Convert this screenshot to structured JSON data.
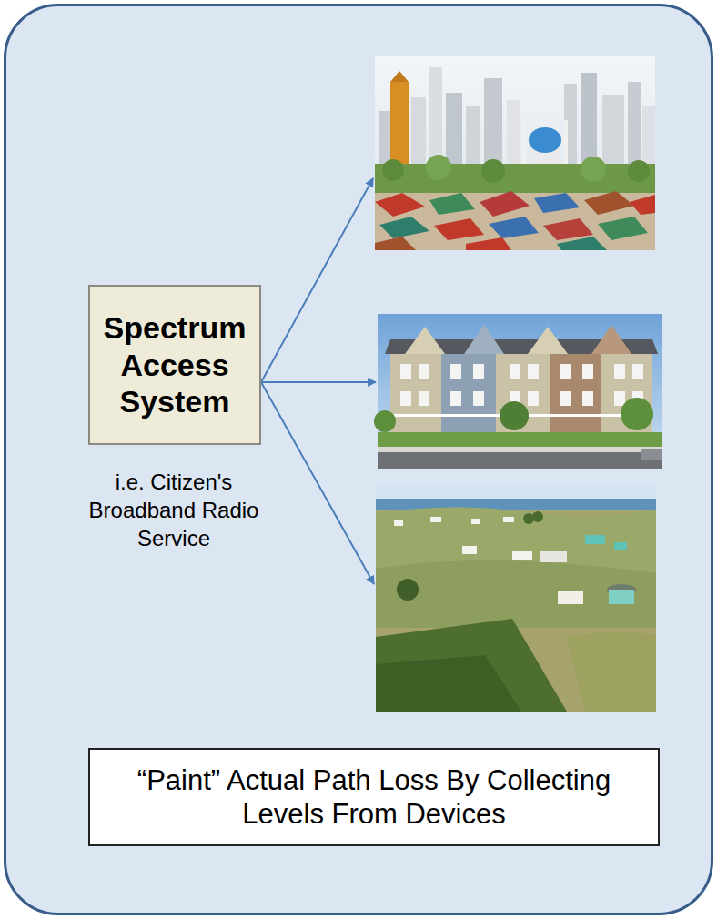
{
  "diagram": {
    "nodes": [
      {
        "text": [
          "Spectrum Access System"
        ]
      },
      {
        "text": [
          "“Paint” Actual Path Loss By Collecting Levels From Devices"
        ]
      }
    ],
    "labels": [
      "i.e. Citizen's Broadband Radio Service"
    ]
  }
}
